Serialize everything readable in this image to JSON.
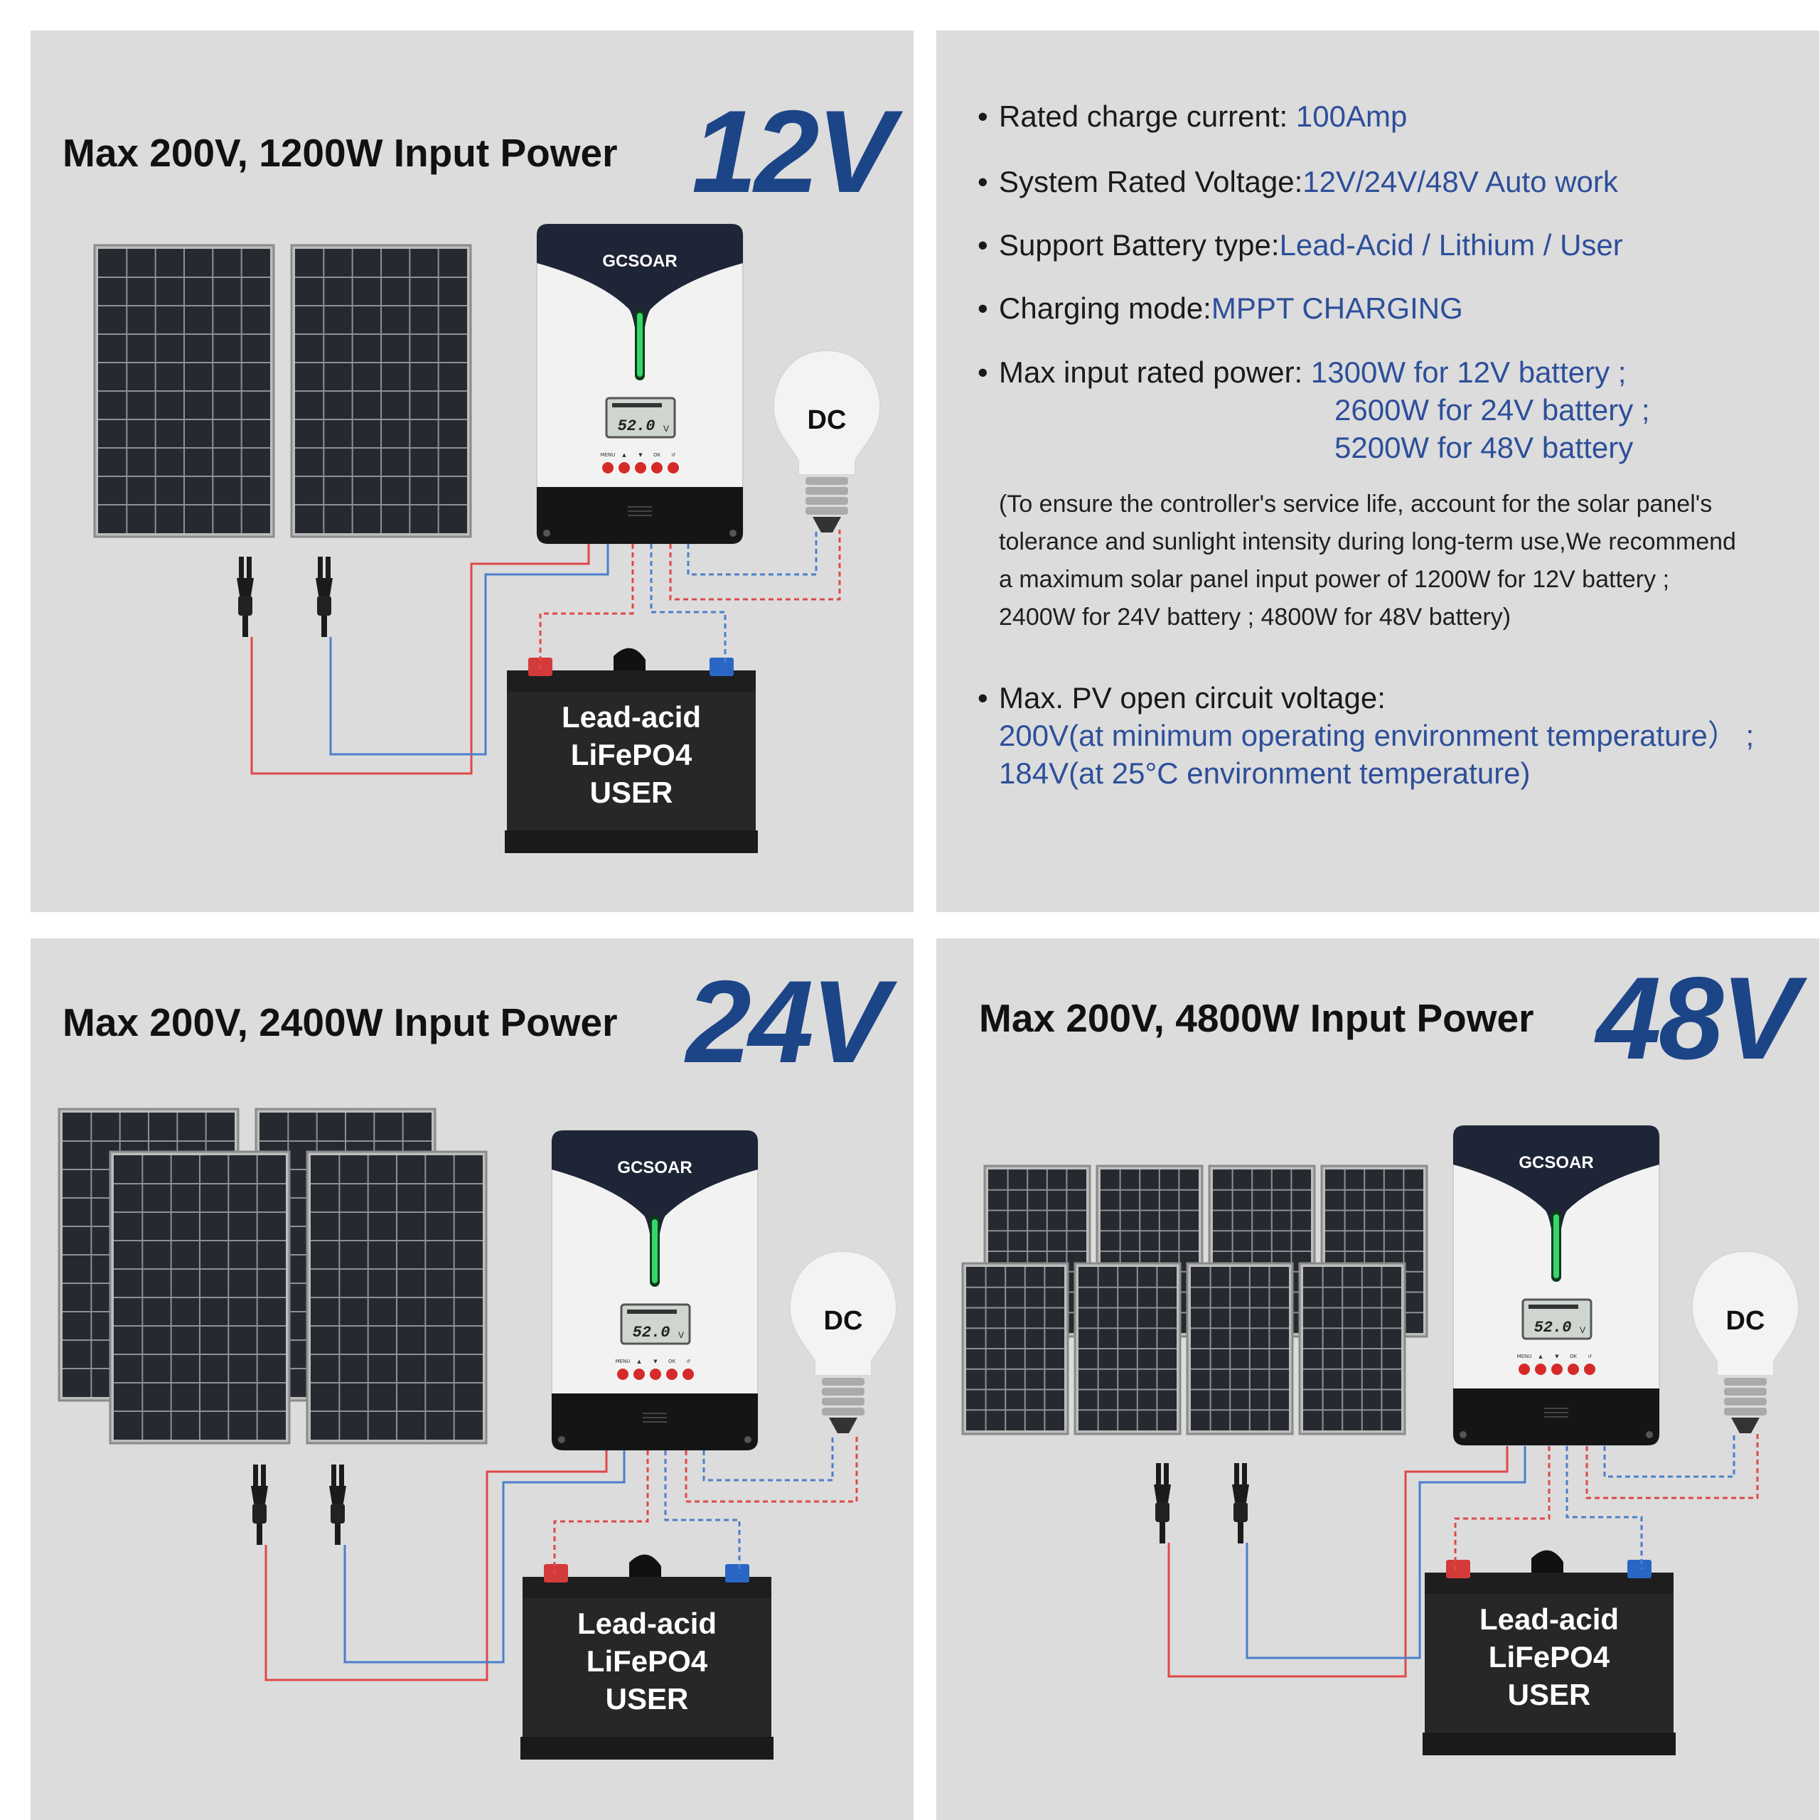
{
  "panels": {
    "v12": {
      "headline": "Max 200V, 1200W Input Power",
      "voltage": "12V",
      "panel_count": 2
    },
    "v24": {
      "headline": "Max 200V, 2400W Input Power",
      "voltage": "24V",
      "panel_count": 4
    },
    "v48": {
      "headline": "Max 200V, 4800W Input Power",
      "voltage": "48V",
      "panel_count": 8
    }
  },
  "device": {
    "brand": "GCSOAR",
    "lcd_reading": "52.0",
    "lcd_unit": "V",
    "buttons": [
      "MENU",
      "▲",
      "▼",
      "OK",
      "↺"
    ]
  },
  "load": {
    "label": "DC"
  },
  "battery": {
    "line1": "Lead-acid",
    "line2": "LiFePO4",
    "line3": "USER"
  },
  "specs": {
    "items": [
      {
        "label": "Rated charge current: ",
        "value": "100Amp"
      },
      {
        "label": "System Rated Voltage:",
        "value": "12V/24V/48V Auto work"
      },
      {
        "label": "Support Battery type:",
        "value": "Lead-Acid / Lithium / User"
      },
      {
        "label": "Charging mode:",
        "value": "MPPT CHARGING"
      },
      {
        "label": "Max input rated power: ",
        "value": "1300W for 12V battery ;"
      }
    ],
    "power_extra": [
      "2600W for 24V battery ;",
      "5200W for 48V battery"
    ],
    "note": [
      "(To ensure the controller's service life, account for the solar panel's",
      "tolerance and sunlight intensity during long-term use,We recommend",
      "a maximum solar panel input power of 1200W for 12V battery ;",
      "2400W for 24V battery ;  4800W for 48V battery)"
    ],
    "pv_label": "Max. PV open circuit voltage:",
    "pv_values": [
      "200V(at minimum operating environment temperature） ;",
      "184V(at 25°C environment temperature)"
    ]
  },
  "colors": {
    "panel_bg": "#dcdcdc",
    "accent_blue": "#1c4587",
    "value_blue": "#2d4f9a",
    "positive_wire": "#e04848",
    "negative_wire": "#4a7fc9"
  }
}
